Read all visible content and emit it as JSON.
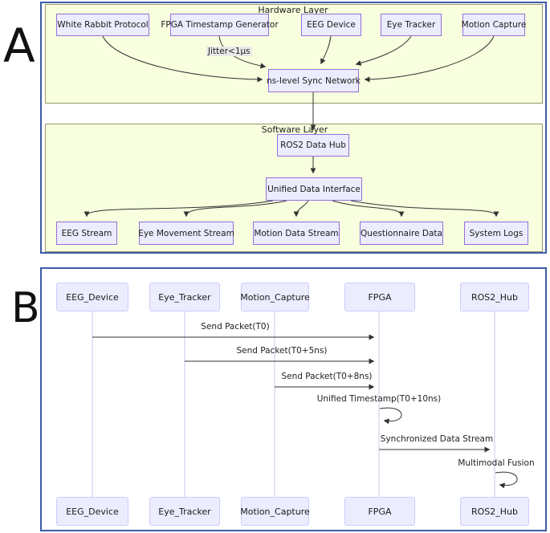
{
  "figure": {
    "panel_a_label": "A",
    "panel_b_label": "B"
  },
  "colors": {
    "panel_border": "#3c5ca6",
    "node_fill": "#ECECFF",
    "node_border": "#9370DB",
    "cluster_fill": "#f7ffde",
    "cluster_border": "#99996a",
    "actor_border": "#ccccff",
    "lifeline": "#c9c9e8",
    "arrow": "#333333",
    "edge_label_bg": "#e8e8e8"
  },
  "flowchart": {
    "hardware_layer": {
      "title": "Hardware Layer",
      "sources": [
        "White Rabbit Protocol",
        "FPGA Timestamp Generator",
        "EEG Device",
        "Eye Tracker",
        "Motion Capture"
      ],
      "jitter_label": "Jitter<1μs",
      "sync_node": "ns-level Sync Network"
    },
    "software_layer": {
      "title": "Software Layer",
      "hub_node": "ROS2 Data Hub",
      "interface_node": "Unified Data Interface",
      "outputs": [
        "EEG Stream",
        "Eye Movement Stream",
        "Motion Data Stream",
        "Questionnaire Data",
        "System Logs"
      ]
    }
  },
  "sequence": {
    "participants": [
      "EEG_Device",
      "Eye_Tracker",
      "Motion_Capture",
      "FPGA",
      "ROS2_Hub"
    ],
    "messages": [
      {
        "from": "EEG_Device",
        "to": "FPGA",
        "label": "Send Packet(T0)"
      },
      {
        "from": "Eye_Tracker",
        "to": "FPGA",
        "label": "Send Packet(T0+5ns)"
      },
      {
        "from": "Motion_Capture",
        "to": "FPGA",
        "label": "Send Packet(T0+8ns)"
      },
      {
        "from": "FPGA",
        "to": "FPGA",
        "label": "Unified Timestamp(T0+10ns)"
      },
      {
        "from": "FPGA",
        "to": "ROS2_Hub",
        "label": "Synchronized Data Stream"
      },
      {
        "from": "ROS2_Hub",
        "to": "ROS2_Hub",
        "label": "Multimodal Fusion"
      }
    ]
  }
}
